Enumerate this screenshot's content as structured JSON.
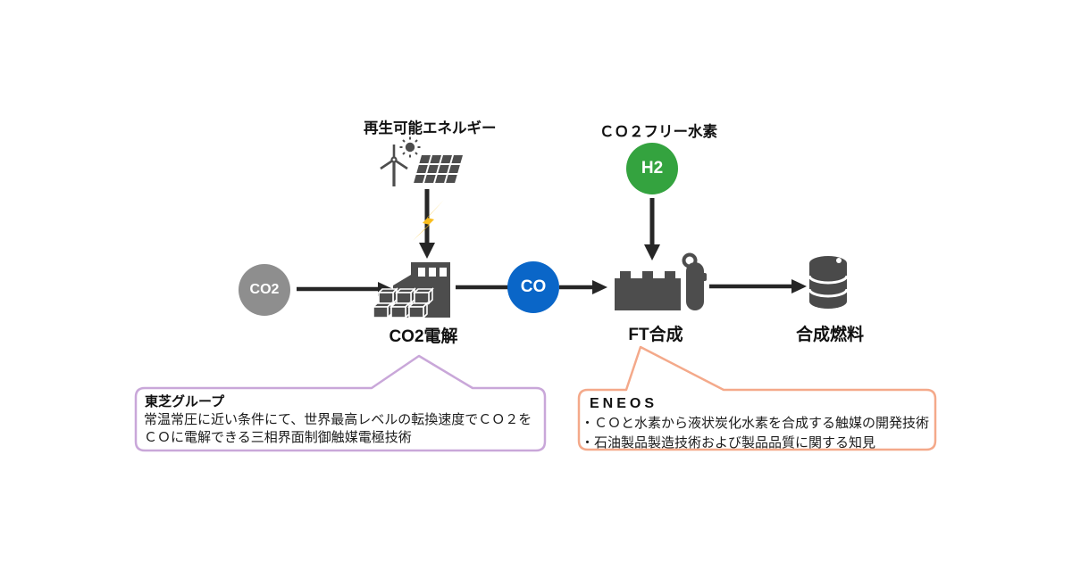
{
  "flow": {
    "renewable_label": "再生可能エネルギー",
    "hydrogen_label": "ＣＯ２フリー水素",
    "co2_node": "CO2",
    "co_node": "CO",
    "h2_node": "H2",
    "electrolysis_label": "CO2電解",
    "ft_label": "FT合成",
    "fuel_label": "合成燃料"
  },
  "callouts": {
    "toshiba": {
      "title": "東芝グループ",
      "lines": [
        "常温常圧に近い条件にて、世界最高レベルの転換速度でＣＯ２を",
        "ＣＯに電解できる三相界面制御触媒電極技術"
      ]
    },
    "eneos": {
      "title": "ENEOS",
      "lines": [
        "・ＣＯと水素から液状炭化水素を合成する触媒の開発技術",
        "・石油製品製造技術および製品品質に関する知見"
      ]
    }
  },
  "icons": {
    "wind_turbine": "wind-turbine-icon",
    "sun": "sun-icon",
    "solar_panel": "solar-panel-icon",
    "lightning": "lightning-bolt-icon",
    "factory": "electrolysis-plant-icon",
    "ft_plant": "ft-synthesis-plant-icon",
    "barrel": "fuel-barrel-icon"
  },
  "colors": {
    "icon_gray": "#4d4d4d",
    "co2_gray": "#8e8e8e",
    "co_blue": "#0a66c8",
    "h2_green": "#34a33f",
    "bolt_yellow": "#f9bd1e",
    "arrow_black": "#262626",
    "toshiba_border": "#c9a7d9",
    "eneos_border": "#f4a98a"
  }
}
